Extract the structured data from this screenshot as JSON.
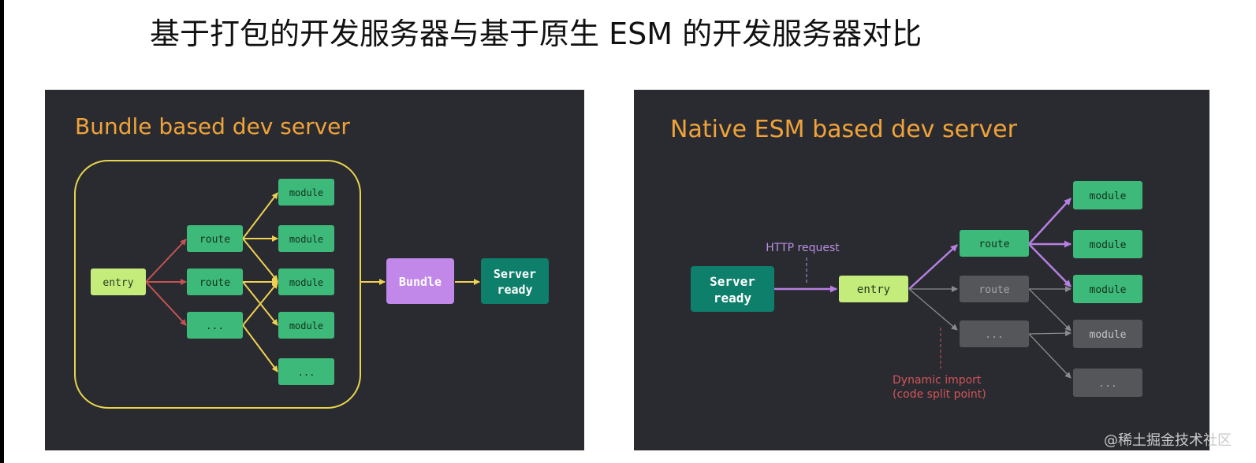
{
  "page": {
    "title": "基于打包的开发服务器与基于原生 ESM 的开发服务器对比",
    "watermark": "@稀土掘金技术社区"
  },
  "colors": {
    "panel_bg": "#2a2b30",
    "heading": "#f0a33a",
    "module_green": "#3dba79",
    "entry_lime": "#c3ec7b",
    "bundle_purple": "#c188ea",
    "server_teal": "#0d7f6b",
    "arrow_red": "#c45454",
    "arrow_yellow": "#f0d152",
    "arrow_purple": "#b77fe3",
    "inactive_gray": "#555659",
    "annotation_purple": "#b98fe6",
    "annotation_red": "#d1545a"
  },
  "bundle_panel": {
    "heading": "Bundle based dev server",
    "entry": "entry",
    "routes": [
      "route",
      "route",
      "..."
    ],
    "modules": [
      "module",
      "module",
      "module",
      "module",
      "..."
    ],
    "bundle": "Bundle",
    "server": [
      "Server",
      "ready"
    ]
  },
  "esm_panel": {
    "heading": "Native ESM based dev server",
    "server": [
      "Server",
      "ready"
    ],
    "http_label": "HTTP request",
    "entry": "entry",
    "routes": [
      "route",
      "route",
      "..."
    ],
    "modules": [
      "module",
      "module",
      "module",
      "module",
      "..."
    ],
    "dynamic_label": [
      "Dynamic import",
      "(code split point)"
    ]
  }
}
